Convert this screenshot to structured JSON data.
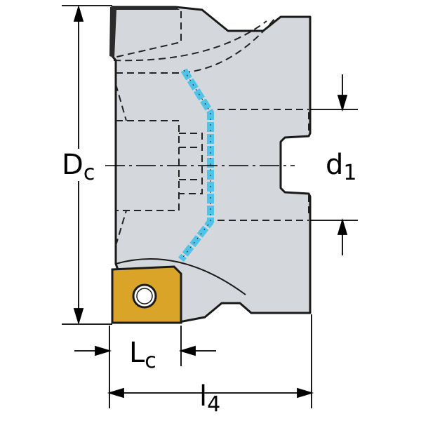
{
  "labels": {
    "dc_main": "D",
    "dc_sub": "c",
    "d1_main": "d",
    "d1_sub": "1",
    "lc_main": "L",
    "lc_sub": "c",
    "l4_main": "l",
    "l4_sub": "4"
  },
  "colors": {
    "body_fill": "#d4d7dc",
    "outline": "#1a1a1a",
    "coolant_channel": "#4fc3e8",
    "insert_fill": "#d9a427",
    "hidden_line": "#222222"
  },
  "icons": {
    "insert_center": "screw-hole-icon"
  }
}
